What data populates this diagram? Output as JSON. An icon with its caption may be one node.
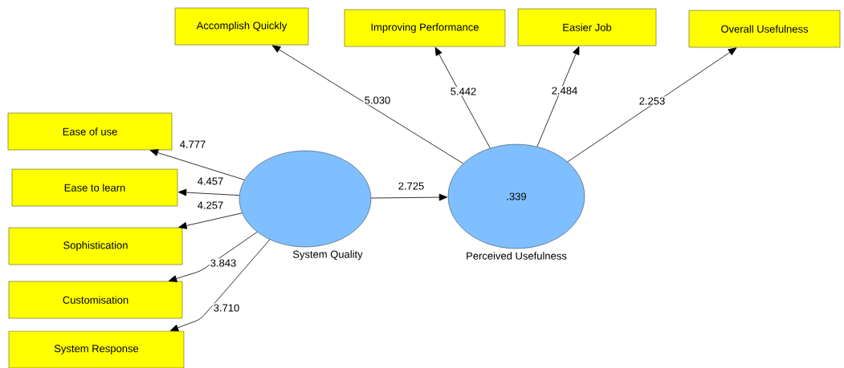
{
  "diagram": {
    "nodes": [
      {
        "text": [
          "System Quality"
        ]
      },
      {
        "text": [
          ".339",
          "Perceived Usefulness"
        ]
      },
      {
        "text": [
          "Accomplish Quickly"
        ]
      },
      {
        "text": [
          "Improving Performance"
        ]
      },
      {
        "text": [
          "Easier Job"
        ]
      },
      {
        "text": [
          "Overall Usefulness"
        ]
      },
      {
        "text": [
          "Ease of use"
        ]
      },
      {
        "text": [
          "Ease to learn"
        ]
      },
      {
        "text": [
          "Sophistication"
        ]
      },
      {
        "text": [
          "Customisation"
        ]
      },
      {
        "text": [
          "System Response"
        ]
      }
    ],
    "edges": [
      {
        "from": 0,
        "to": 1,
        "arrow": "to",
        "label": "2.725"
      },
      {
        "from": 1,
        "to": 2,
        "arrow": "to",
        "label": "5.030"
      },
      {
        "from": 1,
        "to": 3,
        "arrow": "to",
        "label": "5.442"
      },
      {
        "from": 1,
        "to": 4,
        "arrow": "to",
        "label": "2.484"
      },
      {
        "from": 1,
        "to": 5,
        "arrow": "to",
        "label": "2.253"
      },
      {
        "from": 0,
        "to": 6,
        "arrow": "to",
        "label": "4.777"
      },
      {
        "from": 0,
        "to": 7,
        "arrow": "to",
        "label": "4.457"
      },
      {
        "from": 0,
        "to": 8,
        "arrow": "to",
        "label": "4.257"
      },
      {
        "from": 0,
        "to": 9,
        "arrow": "to",
        "label": "3.843"
      },
      {
        "from": 0,
        "to": 10,
        "arrow": "to",
        "label": "3.710"
      }
    ]
  }
}
